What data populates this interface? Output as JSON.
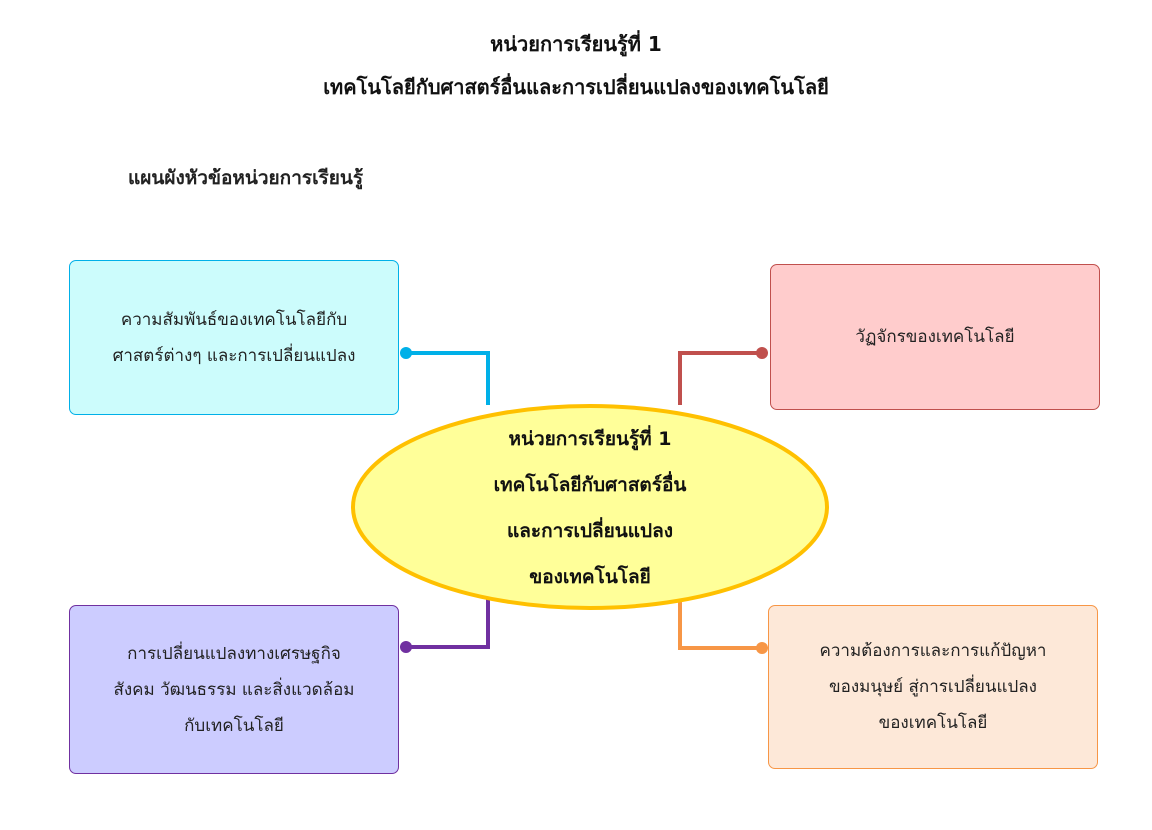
{
  "header": {
    "line1": "หน่วยการเรียนรู้ที่ 1",
    "line2": "เทคโนโลยีกับศาสตร์อื่นและการเปลี่ยนแปลงของเทคโนโลยี"
  },
  "subtitle": "แผนผังหัวข้อหน่วยการเรียนรู้",
  "center": {
    "lines": [
      "หน่วยการเรียนรู้ที่ 1",
      "เทคโนโลยีกับศาสตร์อื่น",
      "และการเปลี่ยนแปลง",
      "ของเทคโนโลยี"
    ],
    "fill": "#ffff99",
    "border": "#ffc000"
  },
  "topics": {
    "top_left": {
      "lines": [
        "ความสัมพันธ์ของเทคโนโลยีกับ",
        "ศาสตร์ต่างๆ และการเปลี่ยนแปลง"
      ],
      "color": "#00b0e8"
    },
    "top_right": {
      "lines": [
        "วัฏจักรของเทคโนโลยี"
      ],
      "color": "#c0504d"
    },
    "bottom_left": {
      "lines": [
        "การเปลี่ยนแปลงทางเศรษฐกิจ",
        "สังคม วัฒนธรรม และสิ่งแวดล้อม",
        "กับเทคโนโลยี"
      ],
      "color": "#7030a0"
    },
    "bottom_right": {
      "lines": [
        "ความต้องการและการแก้ปัญหา",
        "ของมนุษย์ สู่การเปลี่ยนแปลง",
        "ของเทคโนโลยี"
      ],
      "color": "#f79646"
    }
  }
}
